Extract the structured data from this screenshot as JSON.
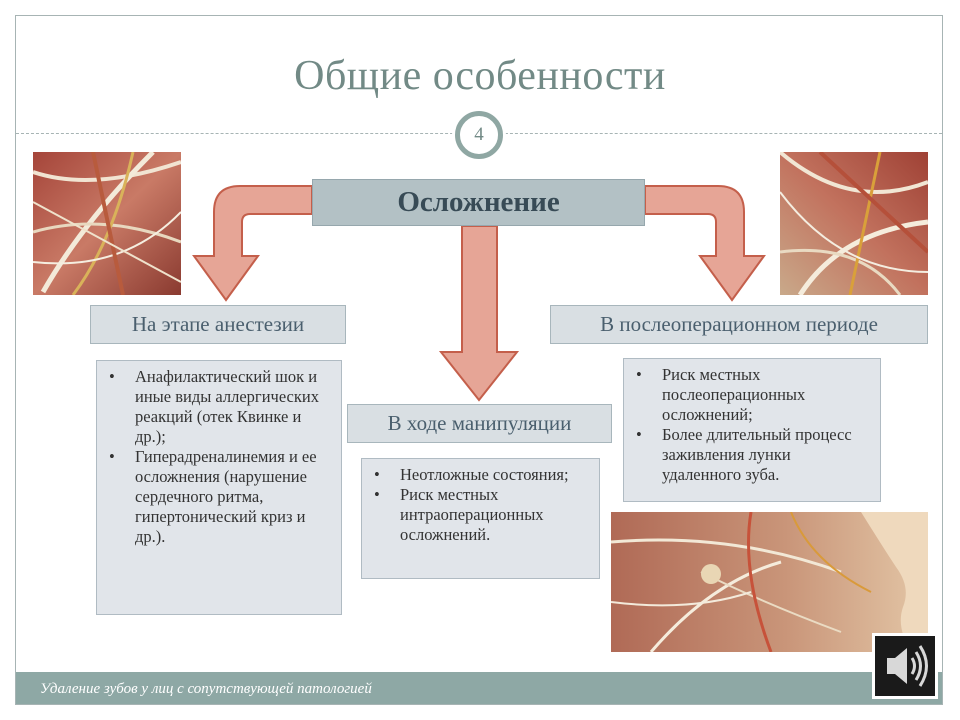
{
  "slide": {
    "title": "Общие особенности",
    "page_number": "4",
    "footer": "Удаление зубов у лиц с сопутствующей патологией"
  },
  "diagram": {
    "center": "Осложнение",
    "branches": [
      {
        "title": "На этапе анестезии",
        "items": [
          "Анафилактический шок и иные виды аллергических реакций (отек Квинке и др.);",
          "Гиперадреналинемия и ее осложнения (нарушение сердечного ритма, гипертонический криз и др.)."
        ]
      },
      {
        "title": "В ходе манипуляции",
        "items": [
          "Неотложные состояния;",
          "Риск местных интраоперационных осложнений."
        ]
      },
      {
        "title": "В послеоперационном периоде",
        "items": [
          "Риск местных послеоперационных осложнений;",
          "Более длительный процесс заживления лунки удаленного зуба."
        ]
      }
    ]
  },
  "colors": {
    "arrow_fill": "#e6a596",
    "arrow_stroke": "#c45f4b",
    "accent": "#8ea8a5"
  },
  "icons": [
    "anatomy-image",
    "speaker-icon"
  ]
}
